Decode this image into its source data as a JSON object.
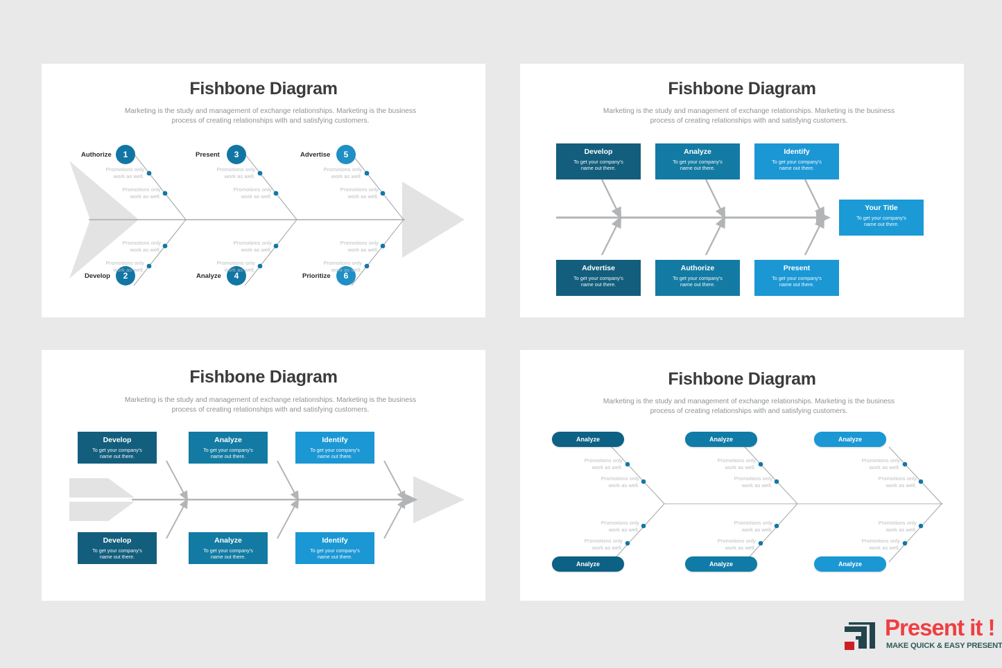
{
  "background_color": "#e9e9e9",
  "common": {
    "title": "Fishbone Diagram",
    "subtitle_line1": "Marketing is the study and management of exchange relationships. Marketing is the business",
    "subtitle_line2": "process of creating relationships with and satisfying customers.",
    "note_text": "Promotions only\nwork as well.",
    "card_sub": "To get your company's\nname out there."
  },
  "palette": {
    "blue_dark": "#135e7d",
    "blue_mid": "#137ba3",
    "blue_bright": "#1b97d4",
    "accent_dot": "#1277a8",
    "badge": "#1276a5",
    "bone_gray": "#a9abad",
    "tail_gray": "#e0e0e0",
    "title_gray": "#3b3b3b",
    "subtitle_gray": "#8e9194",
    "note_gray": "#b6bbbe"
  },
  "slide1": {
    "name": "fishbone-numbered",
    "categories_top": [
      {
        "label": "Authorize",
        "number": "1"
      },
      {
        "label": "Present",
        "number": "3"
      },
      {
        "label": "Advertise",
        "number": "5"
      }
    ],
    "categories_bottom": [
      {
        "label": "Develop",
        "number": "2"
      },
      {
        "label": "Analyze",
        "number": "4"
      },
      {
        "label": "Prioritize",
        "number": "6"
      }
    ],
    "notes_per_branch": 2
  },
  "slide2": {
    "name": "fishbone-cards-with-head",
    "cards_top": [
      {
        "title": "Develop",
        "color": "#135e7d"
      },
      {
        "title": "Analyze",
        "color": "#137ba3"
      },
      {
        "title": "Identify",
        "color": "#1b97d4"
      }
    ],
    "cards_bottom": [
      {
        "title": "Advertise",
        "color": "#135e7d"
      },
      {
        "title": "Authorize",
        "color": "#137ba3"
      },
      {
        "title": "Present",
        "color": "#1b97d4"
      }
    ],
    "head_card": {
      "title": "Your Title",
      "color": "#1b9ad6"
    }
  },
  "slide3": {
    "name": "fishbone-cards-arrow",
    "cards_top": [
      {
        "title": "Develop",
        "color": "#135e7d"
      },
      {
        "title": "Analyze",
        "color": "#137ba3"
      },
      {
        "title": "Identify",
        "color": "#1b97d4"
      }
    ],
    "cards_bottom": [
      {
        "title": "Develop",
        "color": "#135e7d"
      },
      {
        "title": "Analyze",
        "color": "#137ba3"
      },
      {
        "title": "Identify",
        "color": "#1b97d4"
      }
    ]
  },
  "slide4": {
    "name": "fishbone-pills",
    "pills_top": [
      {
        "label": "Analyze",
        "color": "#0c6184"
      },
      {
        "label": "Analyze",
        "color": "#107ba6"
      },
      {
        "label": "Analyze",
        "color": "#1b97d4"
      }
    ],
    "pills_bottom": [
      {
        "label": "Analyze",
        "color": "#0c6184"
      },
      {
        "label": "Analyze",
        "color": "#107ba6"
      },
      {
        "label": "Analyze",
        "color": "#1b97d4"
      }
    ],
    "notes_per_branch": 2
  },
  "logo": {
    "word": "Present it !",
    "tagline": "MAKE QUICK & EASY PRESENTATIONS",
    "word_color": "#ef3f42",
    "tagline_color": "#2e5a58",
    "mark_color": "#24444b",
    "mark_accent": "#cc1f24"
  }
}
